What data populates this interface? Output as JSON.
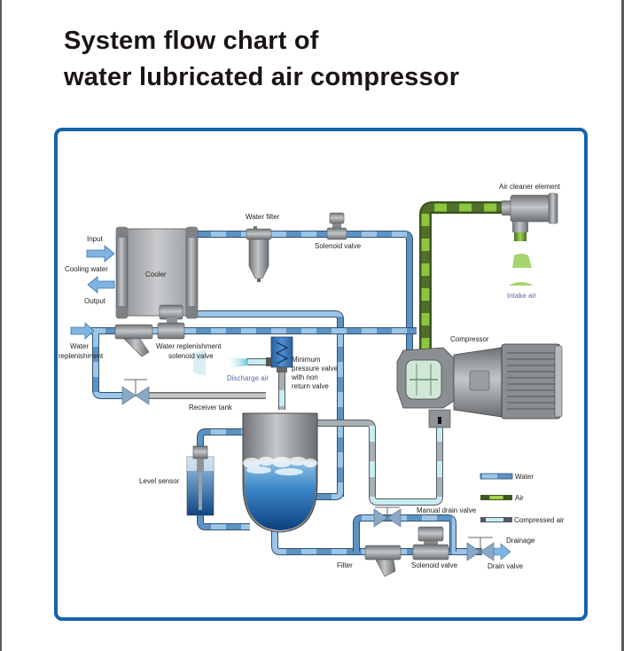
{
  "title": {
    "line1": "System flow chart of",
    "line2": "water lubricated air compressor"
  },
  "colors": {
    "frame": "#1664a8",
    "water_pipe": "#5b93c4",
    "water_pipe_light": "#a9d0ee",
    "air_pipe": "#8cc63f",
    "air_pipe_dark": "#4e6a2e",
    "compressed_air_pipe": "#c9e8f2",
    "metal": "#8f9396",
    "water_fill": "#2a6fb3"
  },
  "components": {
    "cooler": "Cooler",
    "water_filter": "Water filter",
    "solenoid_valve_top": "Solenoid valve",
    "air_cleaner": "Air cleaner element",
    "intake_air": "Intake air",
    "compressor": "Compressor",
    "min_pressure_valve": [
      "Minimum",
      "pressure valve",
      "with non",
      "return valve"
    ],
    "discharge_air": "Discharge air",
    "receiver_tank": "Receiver tank",
    "level_sensor": "Level sensor",
    "water_replenishment_valve": [
      "Water replenishment",
      "solenoid valve"
    ],
    "water_replenishment": [
      "Water",
      "replenishment"
    ],
    "manual_drain_valve": "Manual drain valve",
    "filter": "Filter",
    "solenoid_valve_bottom": "Solenoid valve",
    "drainage": "Drainage",
    "drain_valve": "Drain valve"
  },
  "cooling_water": {
    "input": "Input",
    "label": "Cooling water",
    "output": "Output"
  },
  "legend": [
    {
      "key": "water",
      "label": "Water"
    },
    {
      "key": "air",
      "label": "Air"
    },
    {
      "key": "compressed_air",
      "label": "Compressed air"
    }
  ]
}
